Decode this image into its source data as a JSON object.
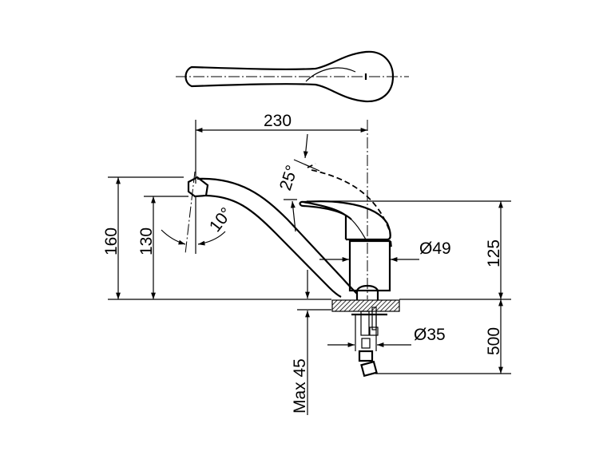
{
  "drawing": {
    "title": "Single-lever sink mixer technical drawing",
    "dimensions": {
      "spout_reach": "230",
      "lever_angle": "25°",
      "spout_angle": "10°",
      "total_height": "160",
      "spout_height": "130",
      "body_height": "125",
      "body_diameter": "Ø49",
      "hole_diameter": "Ø35",
      "hose_length": "500",
      "max_counter_thickness": "Max 45"
    }
  }
}
